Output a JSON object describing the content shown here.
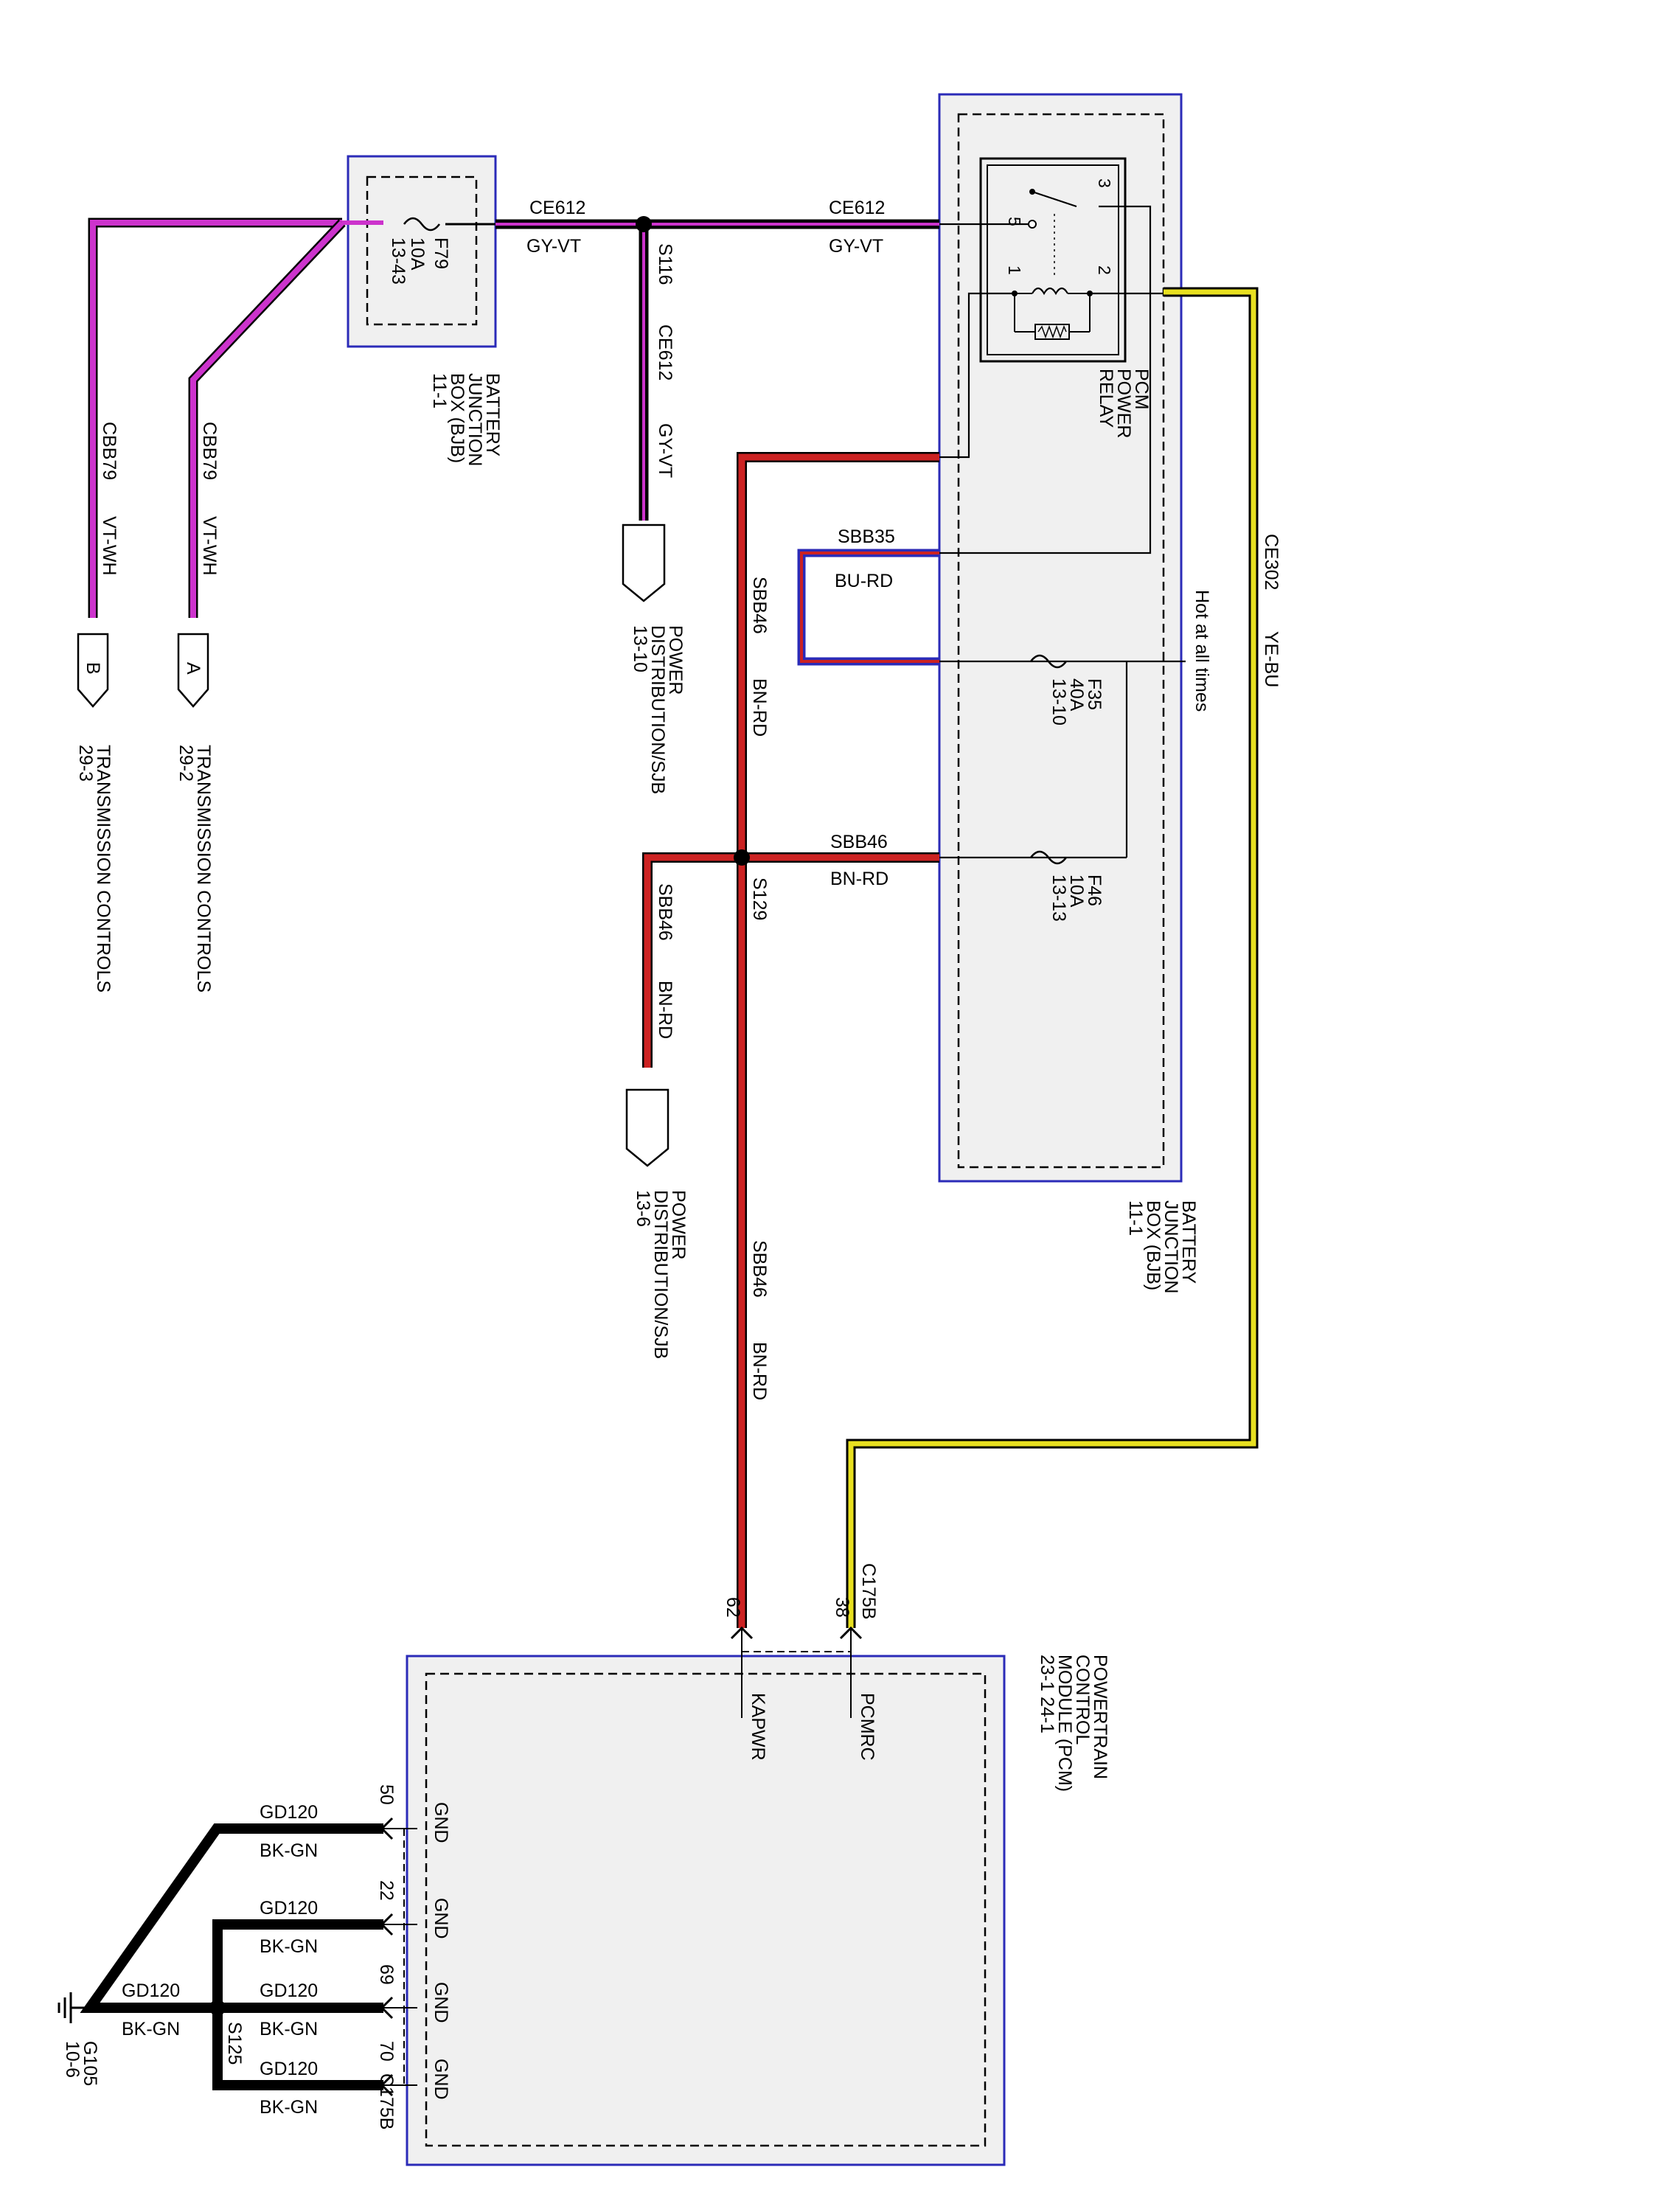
{
  "colors": {
    "violet": "#cc33cc",
    "red": "#cc2222",
    "yellow": "#e8e020",
    "blue": "#2b2bb8",
    "black": "#000000",
    "box_fill": "#f0f0f0"
  },
  "bjb_small": {
    "fuse": "F79",
    "rating": "10A",
    "ref": "13-43",
    "name": [
      "BATTERY",
      "JUNCTION",
      "BOX (BJB)",
      "11-1"
    ]
  },
  "transmission": {
    "a": {
      "circuit": "CBB79",
      "color": "VT-WH",
      "pin": "A",
      "dest": "TRANSMISSION CONTROLS",
      "ref": "29-2"
    },
    "b": {
      "circuit": "CBB79",
      "color": "VT-WH",
      "pin": "B",
      "dest": "TRANSMISSION CONTROLS",
      "ref": "29-3"
    }
  },
  "ce612": {
    "circuit_1": "CE612",
    "color_1": "GY-VT",
    "circuit_2": "CE612",
    "color_2": "GY-VT",
    "splice": "S116",
    "branch_circuit": "CE612",
    "branch_color": "GY-VT",
    "dest": [
      "POWER",
      "DISTRIBUTION/SJB",
      "13-10"
    ]
  },
  "bjb_large": {
    "name": [
      "BATTERY",
      "JUNCTION",
      "BOX (BJB)",
      "11-1"
    ],
    "hot_label": "Hot at all times",
    "relay": {
      "name": [
        "PCM",
        "POWER",
        "RELAY"
      ],
      "pins": [
        "3",
        "5",
        "1",
        "2"
      ]
    },
    "f35": {
      "fuse": "F35",
      "rating": "40A",
      "ref": "13-10"
    },
    "f46": {
      "fuse": "F46",
      "rating": "10A",
      "ref": "13-13"
    }
  },
  "sbb35": {
    "circuit": "SBB35",
    "color": "BU-RD"
  },
  "sbb46": {
    "h_circuit": "SBB46",
    "h_color": "BN-RD",
    "splice": "S129",
    "upper_circuit": "SBB46",
    "upper_color": "BN-RD",
    "lower_circuit": "SBB46",
    "lower_color": "BN-RD",
    "branch_circuit": "SBB46",
    "branch_color": "BN-RD",
    "dest": [
      "POWER",
      "DISTRIBUTION/SJB",
      "13-6"
    ]
  },
  "ce302": {
    "circuit": "CE302",
    "color": "YE-BU",
    "connector": "C175B"
  },
  "pcm": {
    "name": [
      "POWERTRAIN",
      "CONTROL",
      "MODULE (PCM)",
      "23-1     24-1"
    ],
    "pin_62": "62",
    "pin_38": "38",
    "kapwr": "KAPWR",
    "pcmrc": "PCMRC",
    "ground_pins": [
      "50",
      "22",
      "69",
      "70"
    ],
    "gnd": "GND",
    "connector_bottom": "C175B"
  },
  "grounds": {
    "circuit": "GD120",
    "color": "BK-GN",
    "splice": "S125",
    "ground_name": "G105",
    "ground_ref": "10-6"
  }
}
